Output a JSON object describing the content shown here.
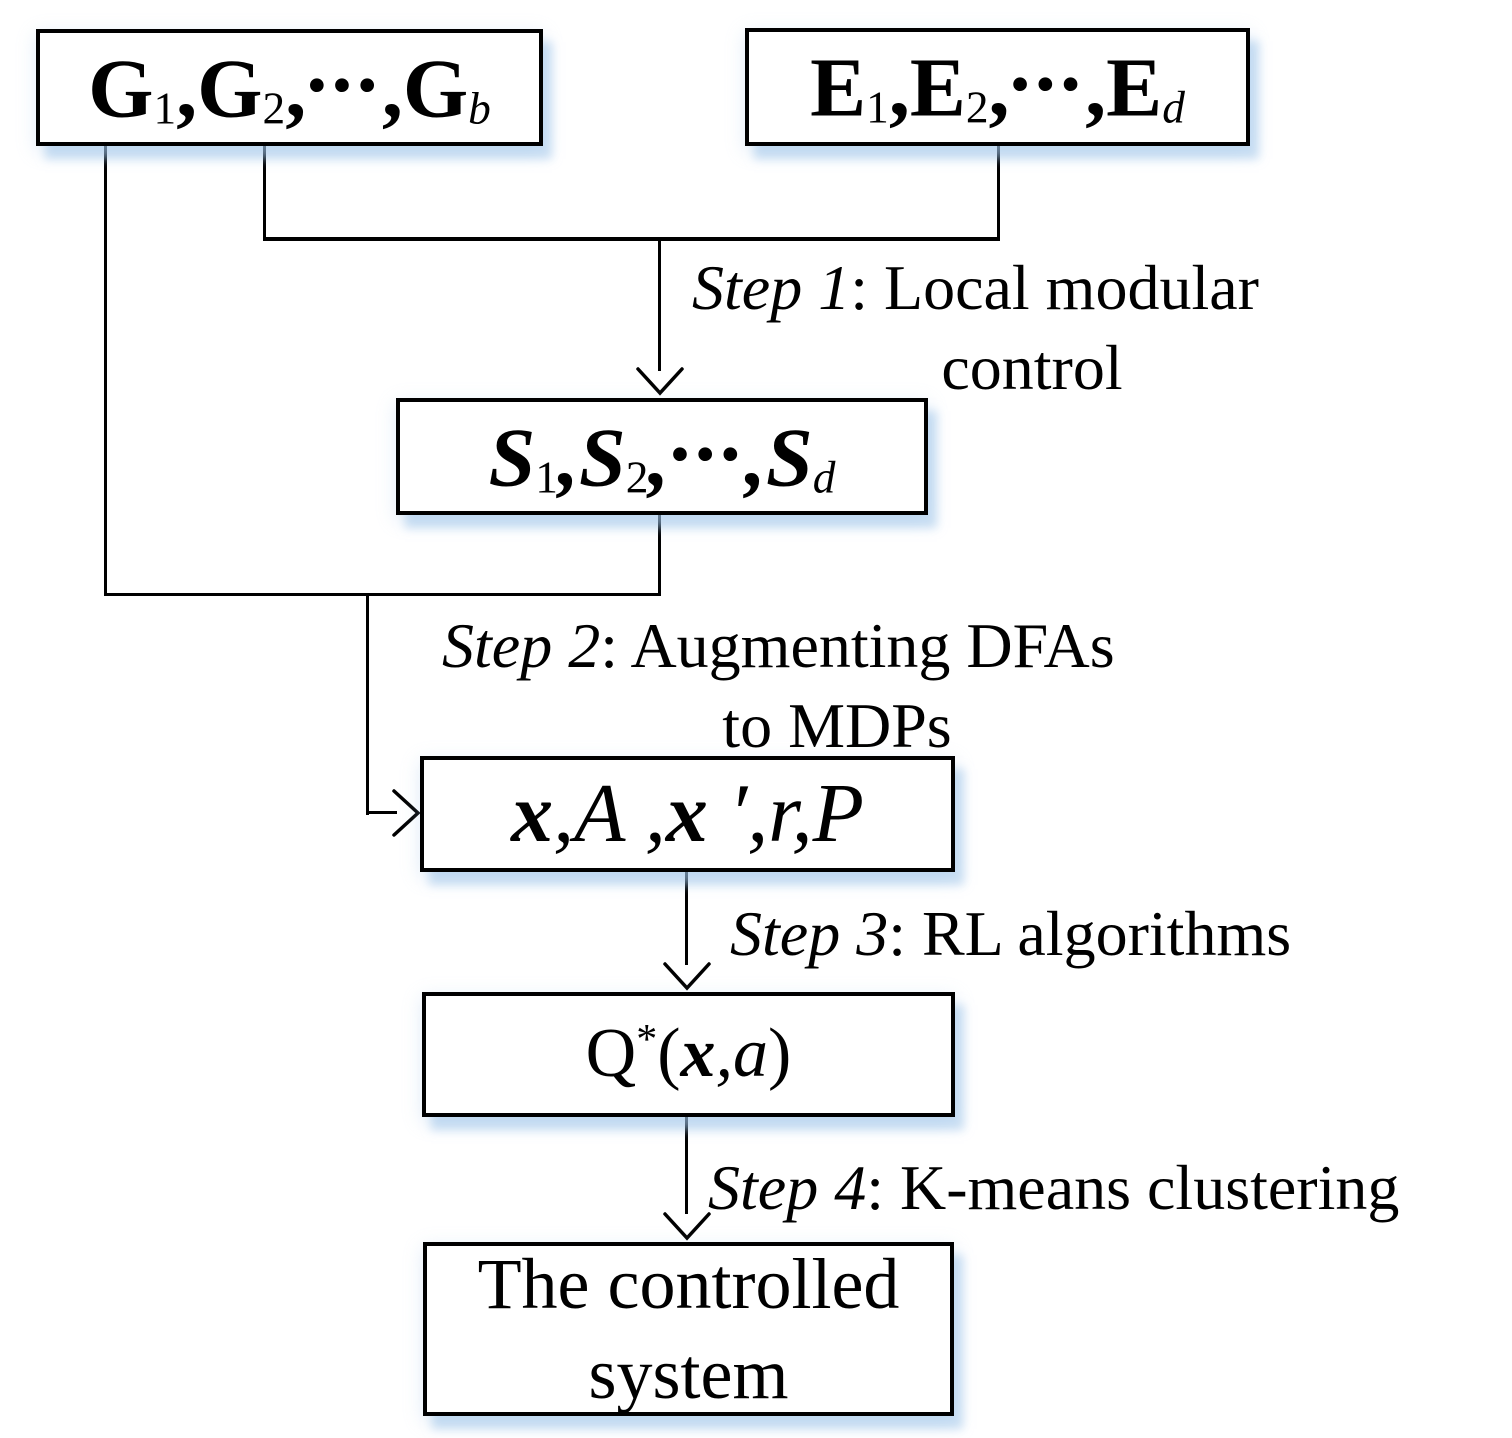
{
  "page": {
    "background": "#ffffff",
    "ink": "#000000",
    "box_fill": "#ffffff",
    "box_shadow_color": "#9ec4e9"
  },
  "boxes": {
    "plants": {
      "parts": [
        "G",
        "1",
        ",",
        "G",
        "2",
        ",",
        "∙∙∙",
        ",",
        "G",
        "b"
      ]
    },
    "specs": {
      "parts": [
        "E",
        "1",
        ",",
        "E",
        "2",
        ",",
        "∙∙∙",
        ",",
        "E",
        "d"
      ]
    },
    "sups": {
      "parts": [
        "S",
        "1",
        ",",
        "S",
        "2",
        ",",
        "∙∙∙",
        ",",
        "S",
        "d"
      ]
    },
    "mdp": {
      "parts": [
        "x",
        ",A ,",
        "x",
        " ′,r,P"
      ]
    },
    "q": {
      "parts": [
        "Q",
        "*",
        "(",
        "x",
        ",a",
        ")"
      ]
    },
    "controlled": {
      "line1": "The controlled",
      "line2": "system"
    }
  },
  "steps": {
    "step1": {
      "italic": "Step 1",
      "rest": ": Local modular",
      "line2": "control"
    },
    "step2": {
      "italic": "Step 2",
      "rest": ": Augmenting DFAs",
      "line2": "to MDPs"
    },
    "step3": {
      "italic": "Step 3",
      "rest": ": RL algorithms"
    },
    "step4": {
      "italic": "Step 4",
      "rest": ": K-means clustering"
    }
  }
}
